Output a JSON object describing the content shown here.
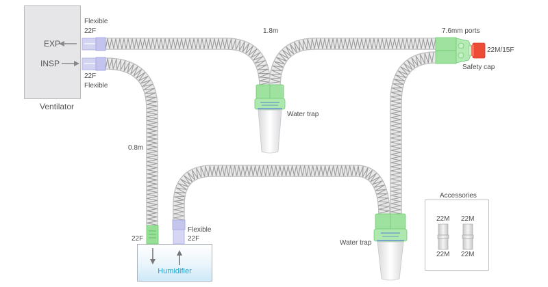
{
  "ventilator": {
    "label": "Ventilator",
    "exp_label": "EXP",
    "insp_label": "INSP"
  },
  "connectors": {
    "exp_top_line1": "Flexible",
    "exp_top_line2": "22F",
    "insp_bottom_line1": "22F",
    "insp_bottom_line2": "Flexible",
    "humidifier_left": "22F",
    "humidifier_right_line1": "Flexible",
    "humidifier_right_line2": "22F"
  },
  "tubes": {
    "exp_length": "1.8m",
    "insp_length": "0.8m"
  },
  "y_piece": {
    "ports_label": "7.6mm ports",
    "cap_size": "22M/15F",
    "cap_label": "Safety cap"
  },
  "water_traps": [
    {
      "label": "Water trap"
    },
    {
      "label": "Water trap"
    }
  ],
  "humidifier": {
    "label": "Humidifier"
  },
  "accessories": {
    "title": "Accessories",
    "items": [
      {
        "top": "22M",
        "bottom": "22M"
      },
      {
        "top": "22M",
        "bottom": "22M"
      }
    ]
  },
  "colors": {
    "tube_fill": "#dcdcdc",
    "tube_coil": "#9a9a9a",
    "connector_blue": "#c7c9ee",
    "connector_green": "#8fdc8f",
    "cap_red": "#ee4b36",
    "humidifier_text": "#1aa3cf"
  }
}
